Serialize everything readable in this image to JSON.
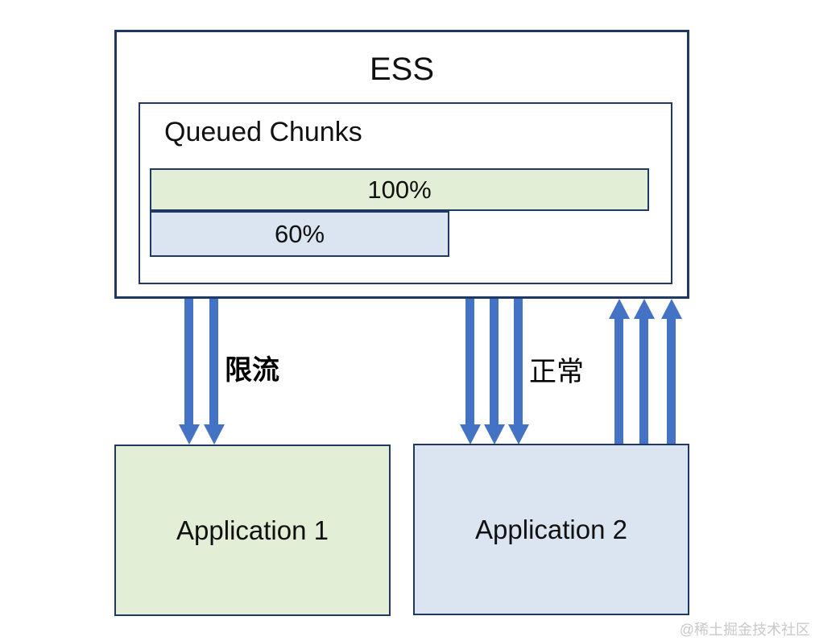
{
  "colors": {
    "box_border": "#1f3864",
    "arrow": "#4472c4",
    "app1_fill": "#e3eed6",
    "app2_fill": "#dbe5f2",
    "watermark": "#c9c9c9"
  },
  "ess": {
    "title": "ESS",
    "queue": {
      "title": "Queued Chunks",
      "bars": [
        {
          "label": "100%",
          "value": 100,
          "fill": "#e3eed6"
        },
        {
          "label": "60%",
          "value": 60,
          "fill": "#dbe5f2"
        }
      ]
    }
  },
  "edges": {
    "left_label": "限流",
    "left_down_arrows": 2,
    "right_label": "正常",
    "right_down_arrows": 3,
    "right_up_arrows": 3
  },
  "applications": [
    {
      "label": "Application 1"
    },
    {
      "label": "Application 2"
    }
  ],
  "watermark": "@稀土掘金技术社区"
}
